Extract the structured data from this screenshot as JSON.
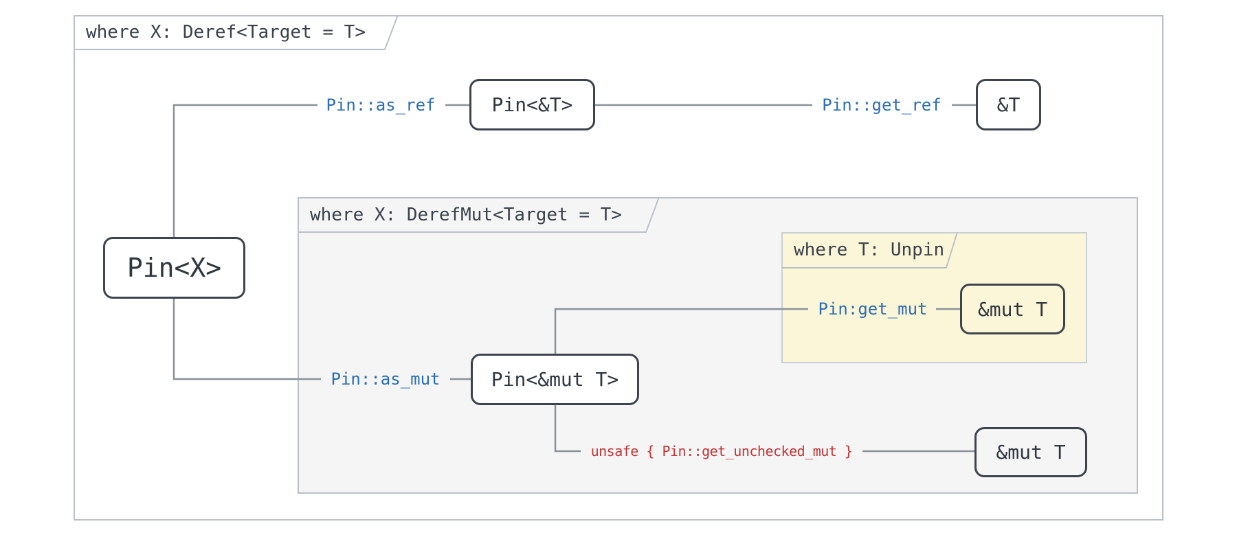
{
  "diagram": {
    "frames": {
      "deref": {
        "label": "where X: Deref<Target = T>"
      },
      "derefmut": {
        "label": "where X: DerefMut<Target = T>"
      },
      "unpin": {
        "label": "where T: Unpin"
      }
    },
    "nodes": {
      "pin_x": {
        "label": "Pin<X>"
      },
      "pin_ref_t": {
        "label": "Pin<&T>"
      },
      "ref_t": {
        "label": "&T"
      },
      "pin_mut_t": {
        "label": "Pin<&mut T>"
      },
      "mut_t_unpin": {
        "label": "&mut T"
      },
      "mut_t_unsafe": {
        "label": "&mut T"
      }
    },
    "edges": {
      "as_ref": {
        "label": "Pin::as_ref"
      },
      "get_ref": {
        "label": "Pin::get_ref"
      },
      "as_mut": {
        "label": "Pin::as_mut"
      },
      "get_mut": {
        "label": "Pin:get_mut"
      },
      "get_unchecked_mut": {
        "label": "unsafe { Pin::get_unchecked_mut }"
      }
    },
    "colors": {
      "method_blue": "#2b6db3",
      "unsafe_red": "#c23434",
      "node_border": "#3d444d",
      "text_dark": "#343b44",
      "connector_gray": "#8b9198",
      "frame_border": "#b9c0c8",
      "derefmut_panel_bg": "#f5f5f6",
      "unpin_panel_bg": "#fcf6d9"
    }
  }
}
